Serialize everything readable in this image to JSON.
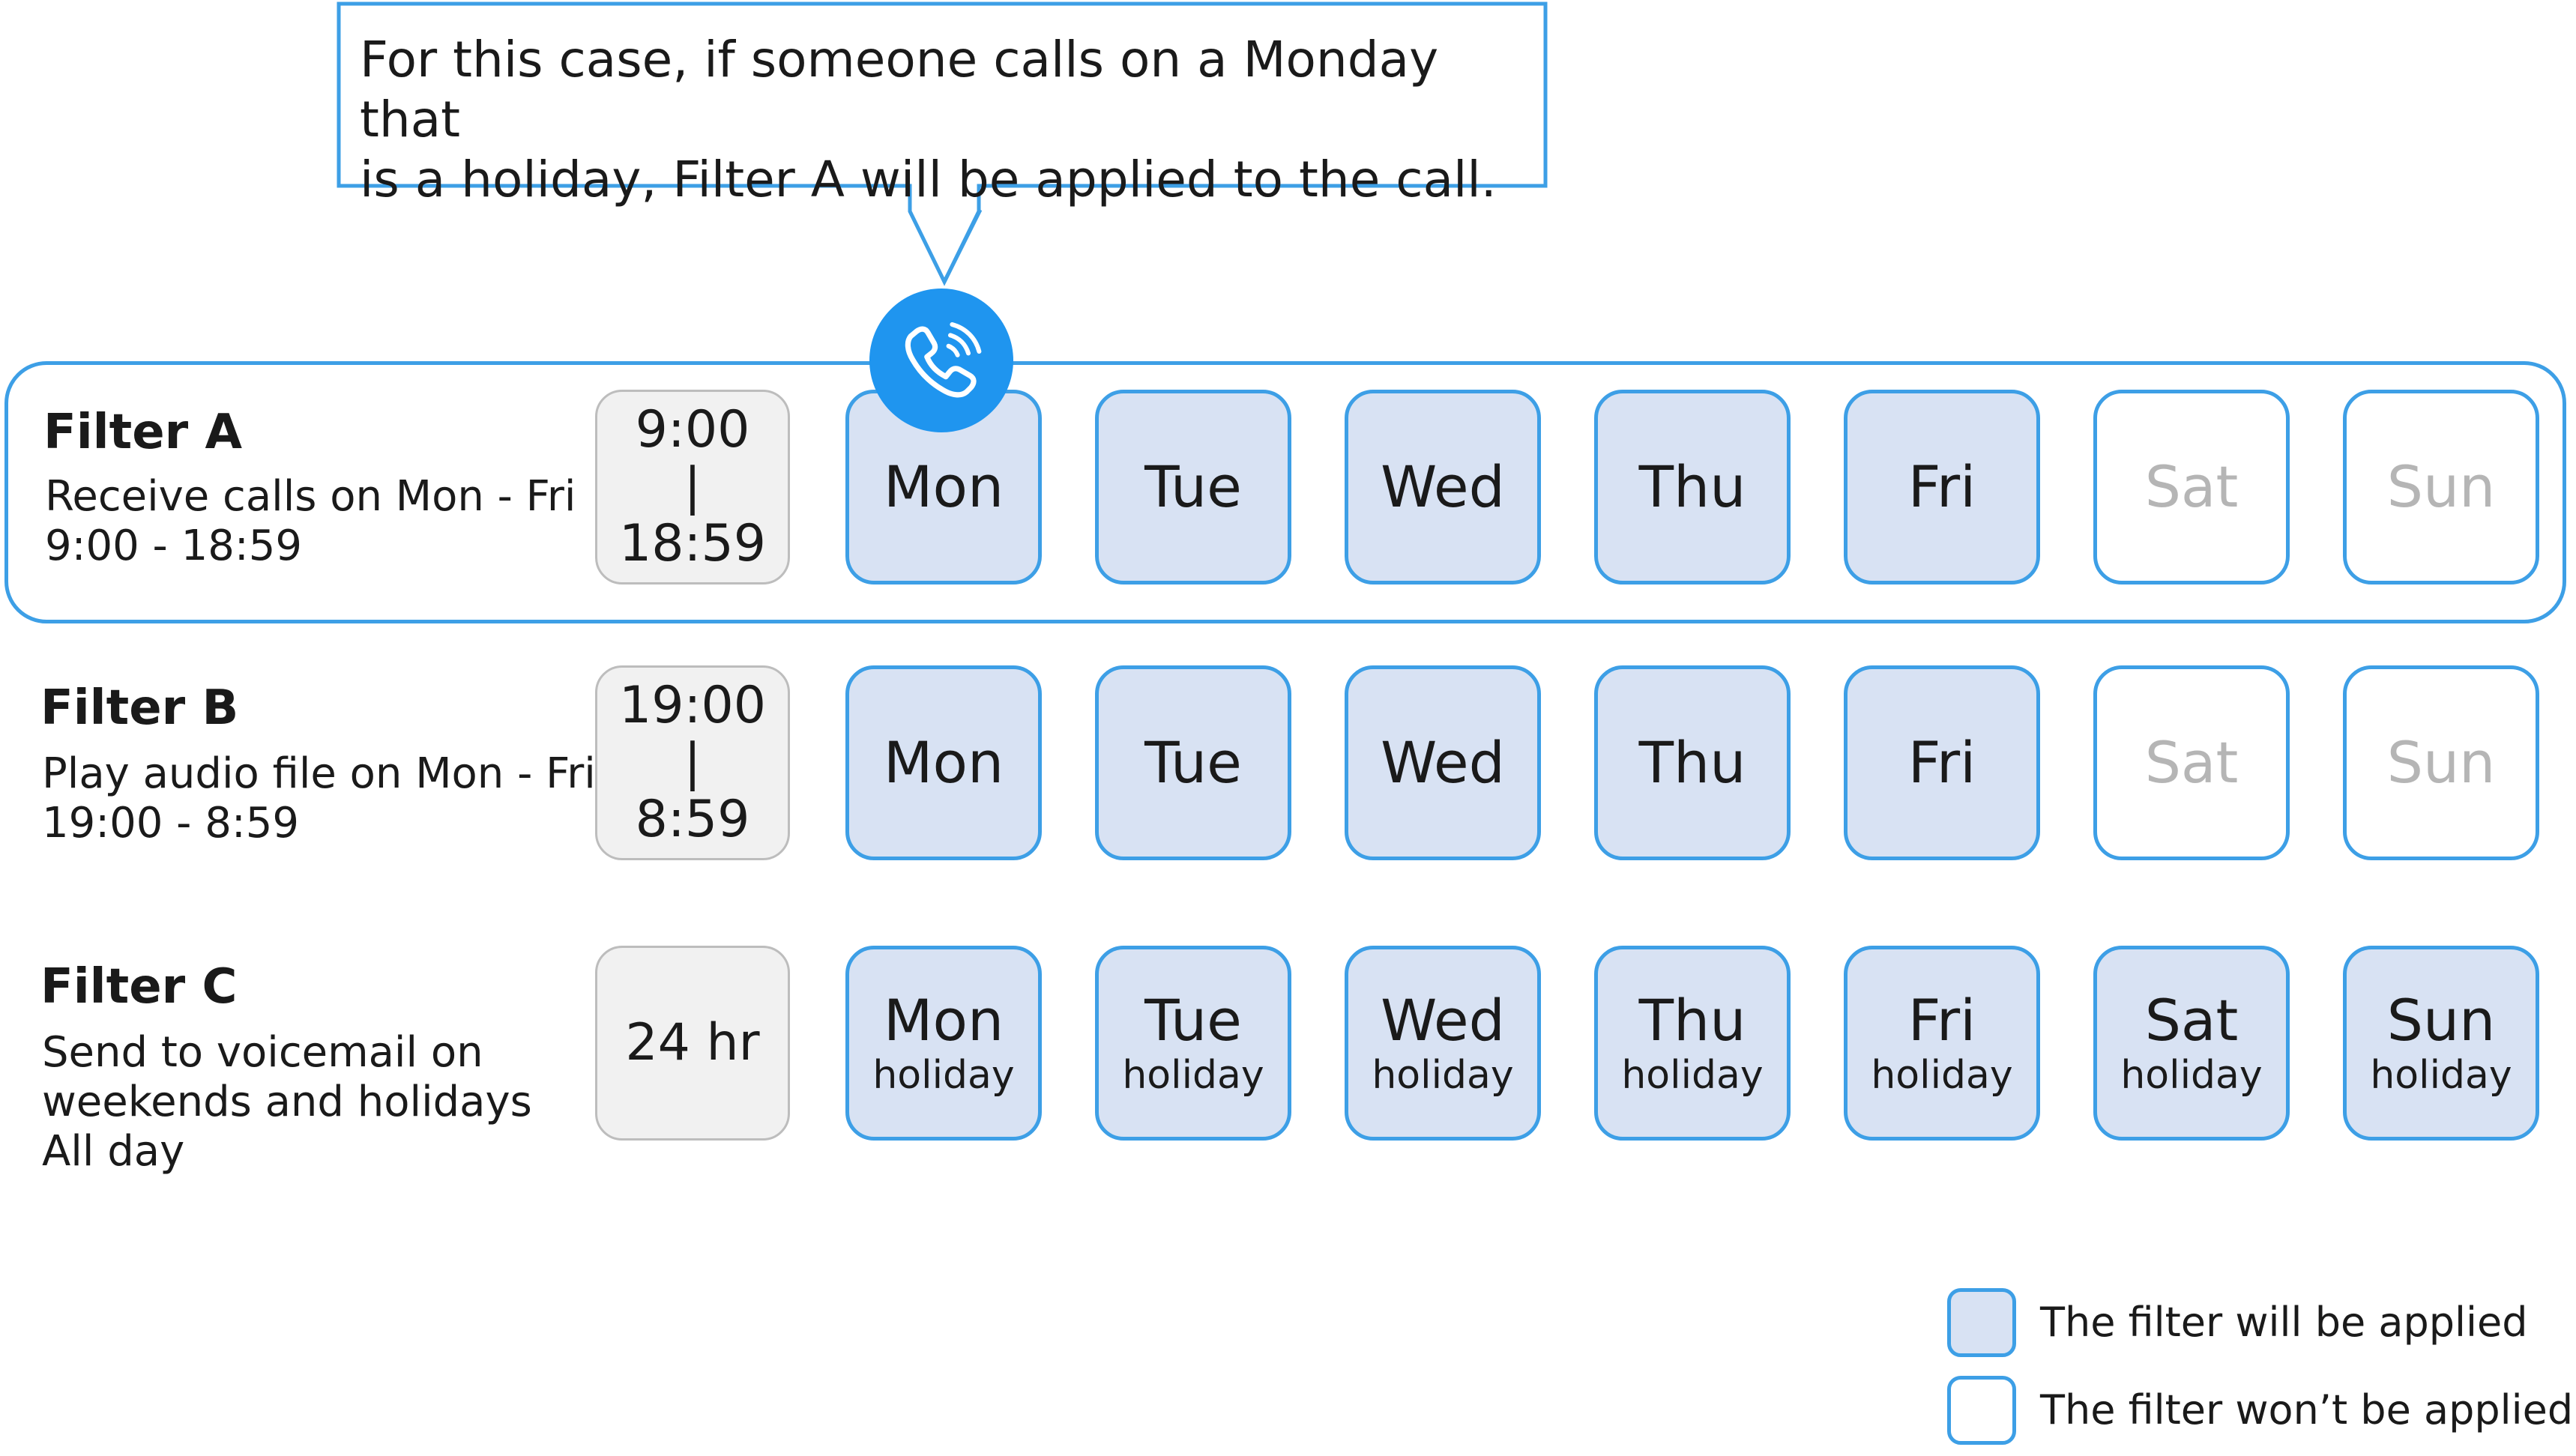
{
  "callout": {
    "line1": "For this case, if someone calls on a Monday that",
    "line2": "is a holiday, Filter A will be applied to the call."
  },
  "icons": {
    "phone": "incoming-call-icon"
  },
  "colors": {
    "accent": "#1f95ef",
    "border": "#3d9fe6",
    "applied_fill": "#d8e2f3",
    "inactive_text": "#b5b5b5",
    "time_box_fill": "#f1f1f1"
  },
  "filters": [
    {
      "title": "Filter A",
      "desc": "Receive calls on Mon - Fri\n9:00  -  18:59",
      "time": "9:00\n|\n18:59",
      "days": [
        {
          "label": "Mon",
          "sub": "",
          "applied": true
        },
        {
          "label": "Tue",
          "sub": "",
          "applied": true
        },
        {
          "label": "Wed",
          "sub": "",
          "applied": true
        },
        {
          "label": "Thu",
          "sub": "",
          "applied": true
        },
        {
          "label": "Fri",
          "sub": "",
          "applied": true
        },
        {
          "label": "Sat",
          "sub": "",
          "applied": false
        },
        {
          "label": "Sun",
          "sub": "",
          "applied": false
        }
      ]
    },
    {
      "title": "Filter B",
      "desc": "Play audio file on Mon - Fri\n19:00  -  8:59",
      "time": "19:00\n|\n8:59",
      "days": [
        {
          "label": "Mon",
          "sub": "",
          "applied": true
        },
        {
          "label": "Tue",
          "sub": "",
          "applied": true
        },
        {
          "label": "Wed",
          "sub": "",
          "applied": true
        },
        {
          "label": "Thu",
          "sub": "",
          "applied": true
        },
        {
          "label": "Fri",
          "sub": "",
          "applied": true
        },
        {
          "label": "Sat",
          "sub": "",
          "applied": false
        },
        {
          "label": "Sun",
          "sub": "",
          "applied": false
        }
      ]
    },
    {
      "title": "Filter C",
      "desc": "Send to voicemail on\nweekends and holidays\nAll day",
      "time": "24 hr",
      "days": [
        {
          "label": "Mon",
          "sub": "holiday",
          "applied": true
        },
        {
          "label": "Tue",
          "sub": "holiday",
          "applied": true
        },
        {
          "label": "Wed",
          "sub": "holiday",
          "applied": true
        },
        {
          "label": "Thu",
          "sub": "holiday",
          "applied": true
        },
        {
          "label": "Fri",
          "sub": "holiday",
          "applied": true
        },
        {
          "label": "Sat",
          "sub": "holiday",
          "applied": true
        },
        {
          "label": "Sun",
          "sub": "holiday",
          "applied": true
        }
      ]
    }
  ],
  "legend": {
    "applied": "The filter will be applied",
    "not_applied": "The filter won’t be applied"
  }
}
